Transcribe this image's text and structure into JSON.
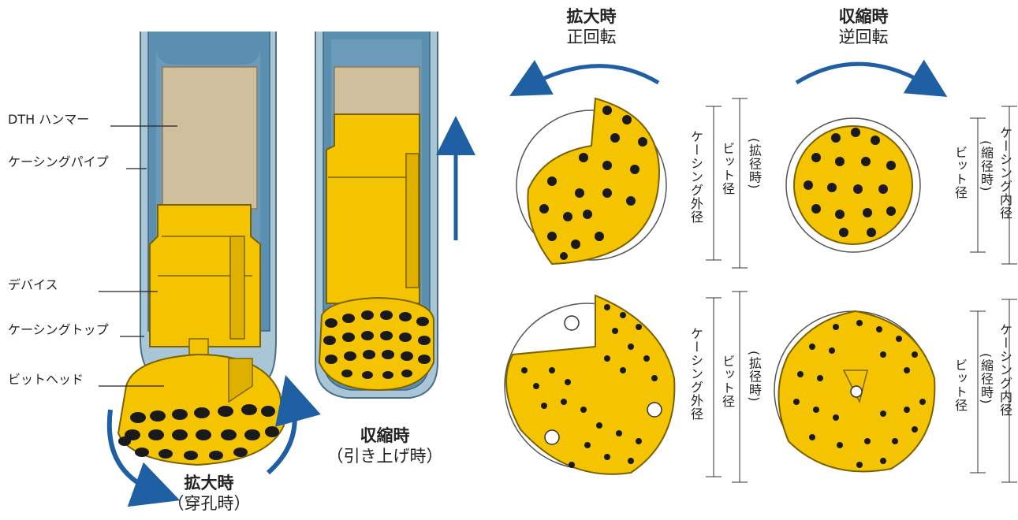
{
  "labels": {
    "dth_hammer": "DTH ハンマー",
    "casing_pipe": "ケーシングパイプ",
    "device": "デバイス",
    "casing_top": "ケーシングトップ",
    "bit_head": "ビットヘッド"
  },
  "captions": {
    "expand_drill_title": "拡大時",
    "expand_drill_sub": "（穿孔時）",
    "retract_pull_title": "収縮時",
    "retract_pull_sub": "（引き上げ時）",
    "expand_top_title": "拡大時",
    "expand_top_sub": "正回転",
    "retract_top_title": "収縮時",
    "retract_top_sub": "逆回転"
  },
  "dimensions": {
    "casing_outer": "ケーシング外径",
    "bit_dia_expanded_a": "ビット径",
    "bit_dia_expanded_b": "(拡径時)",
    "bit_dia_retracted_a": "ビット径",
    "bit_dia_retracted_b": "(縮径時)",
    "casing_inner": "ケーシング内径"
  },
  "colors": {
    "bit_yellow": "#f5c400",
    "pipe_blue": "#5b8fb0",
    "pipe_light": "#a9c6d6",
    "hammer_beige": "#cfbf9c",
    "arrow_blue": "#1f5fa3",
    "button_dark": "#1a1a1a"
  }
}
